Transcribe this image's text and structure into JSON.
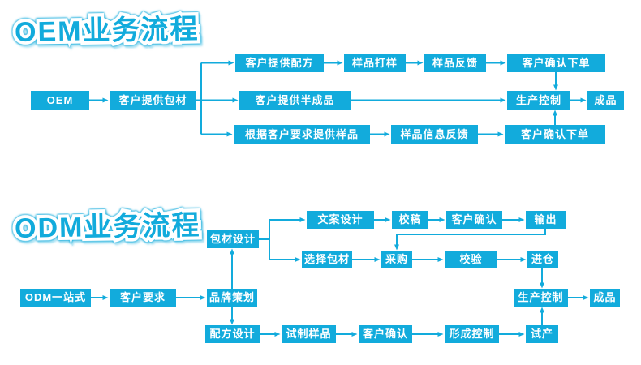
{
  "colors": {
    "accent": "#12abdc",
    "box_text": "#ffffff",
    "background": "#ffffff"
  },
  "oem": {
    "title": "OEM业务流程",
    "nodes": {
      "oem": "OEM",
      "provide_packaging": "客户提供包材",
      "provide_recipe": "客户提供配方",
      "sample_making": "样品打样",
      "sample_feedback": "样品反馈",
      "confirm_order_top": "客户确认下单",
      "provide_semi_finished": "客户提供半成品",
      "production_control": "生产控制",
      "finished_product": "成品",
      "samples_on_request": "根据客户要求提供样品",
      "sample_info_feedback": "样品信息反馈",
      "confirm_order_bottom": "客户确认下单"
    }
  },
  "odm": {
    "title": "ODM业务流程",
    "nodes": {
      "odm_one_stop": "ODM一站式",
      "customer_requirements": "客户要求",
      "brand_planning": "品牌策划",
      "packaging_design": "包材设计",
      "copy_design": "文案设计",
      "proofreading": "校稿",
      "customer_confirm_copy": "客户确认",
      "output": "输出",
      "select_packaging": "选择包材",
      "purchase": "采购",
      "verification": "校验",
      "warehousing": "进仓",
      "recipe_design": "配方设计",
      "trial_samples": "试制样品",
      "customer_confirm_recipe": "客户确认",
      "forming_control": "形成控制",
      "trial_production": "试产",
      "production_control": "生产控制",
      "finished_product": "成品"
    }
  }
}
